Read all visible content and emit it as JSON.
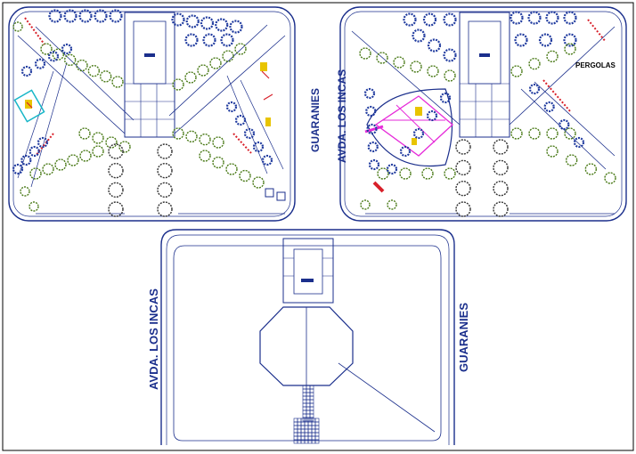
{
  "plans": {
    "top_left": {
      "street_label": "GUARANIES"
    },
    "top_right": {
      "street_label": "AVDA. LOS INCAS",
      "pergola_label": "PERGOLAS"
    },
    "bottom": {
      "left_street_label": "AVDA. LOS INCAS",
      "right_street_label": "GUARANIES"
    }
  },
  "colors": {
    "outline": "#1b2f8c",
    "tree_blue": "#1f3a9e",
    "tree_green": "#4a7a18",
    "magenta": "#e62ad9",
    "red": "#d8202a",
    "yellow": "#e8c400",
    "cyan": "#17b6c8"
  }
}
